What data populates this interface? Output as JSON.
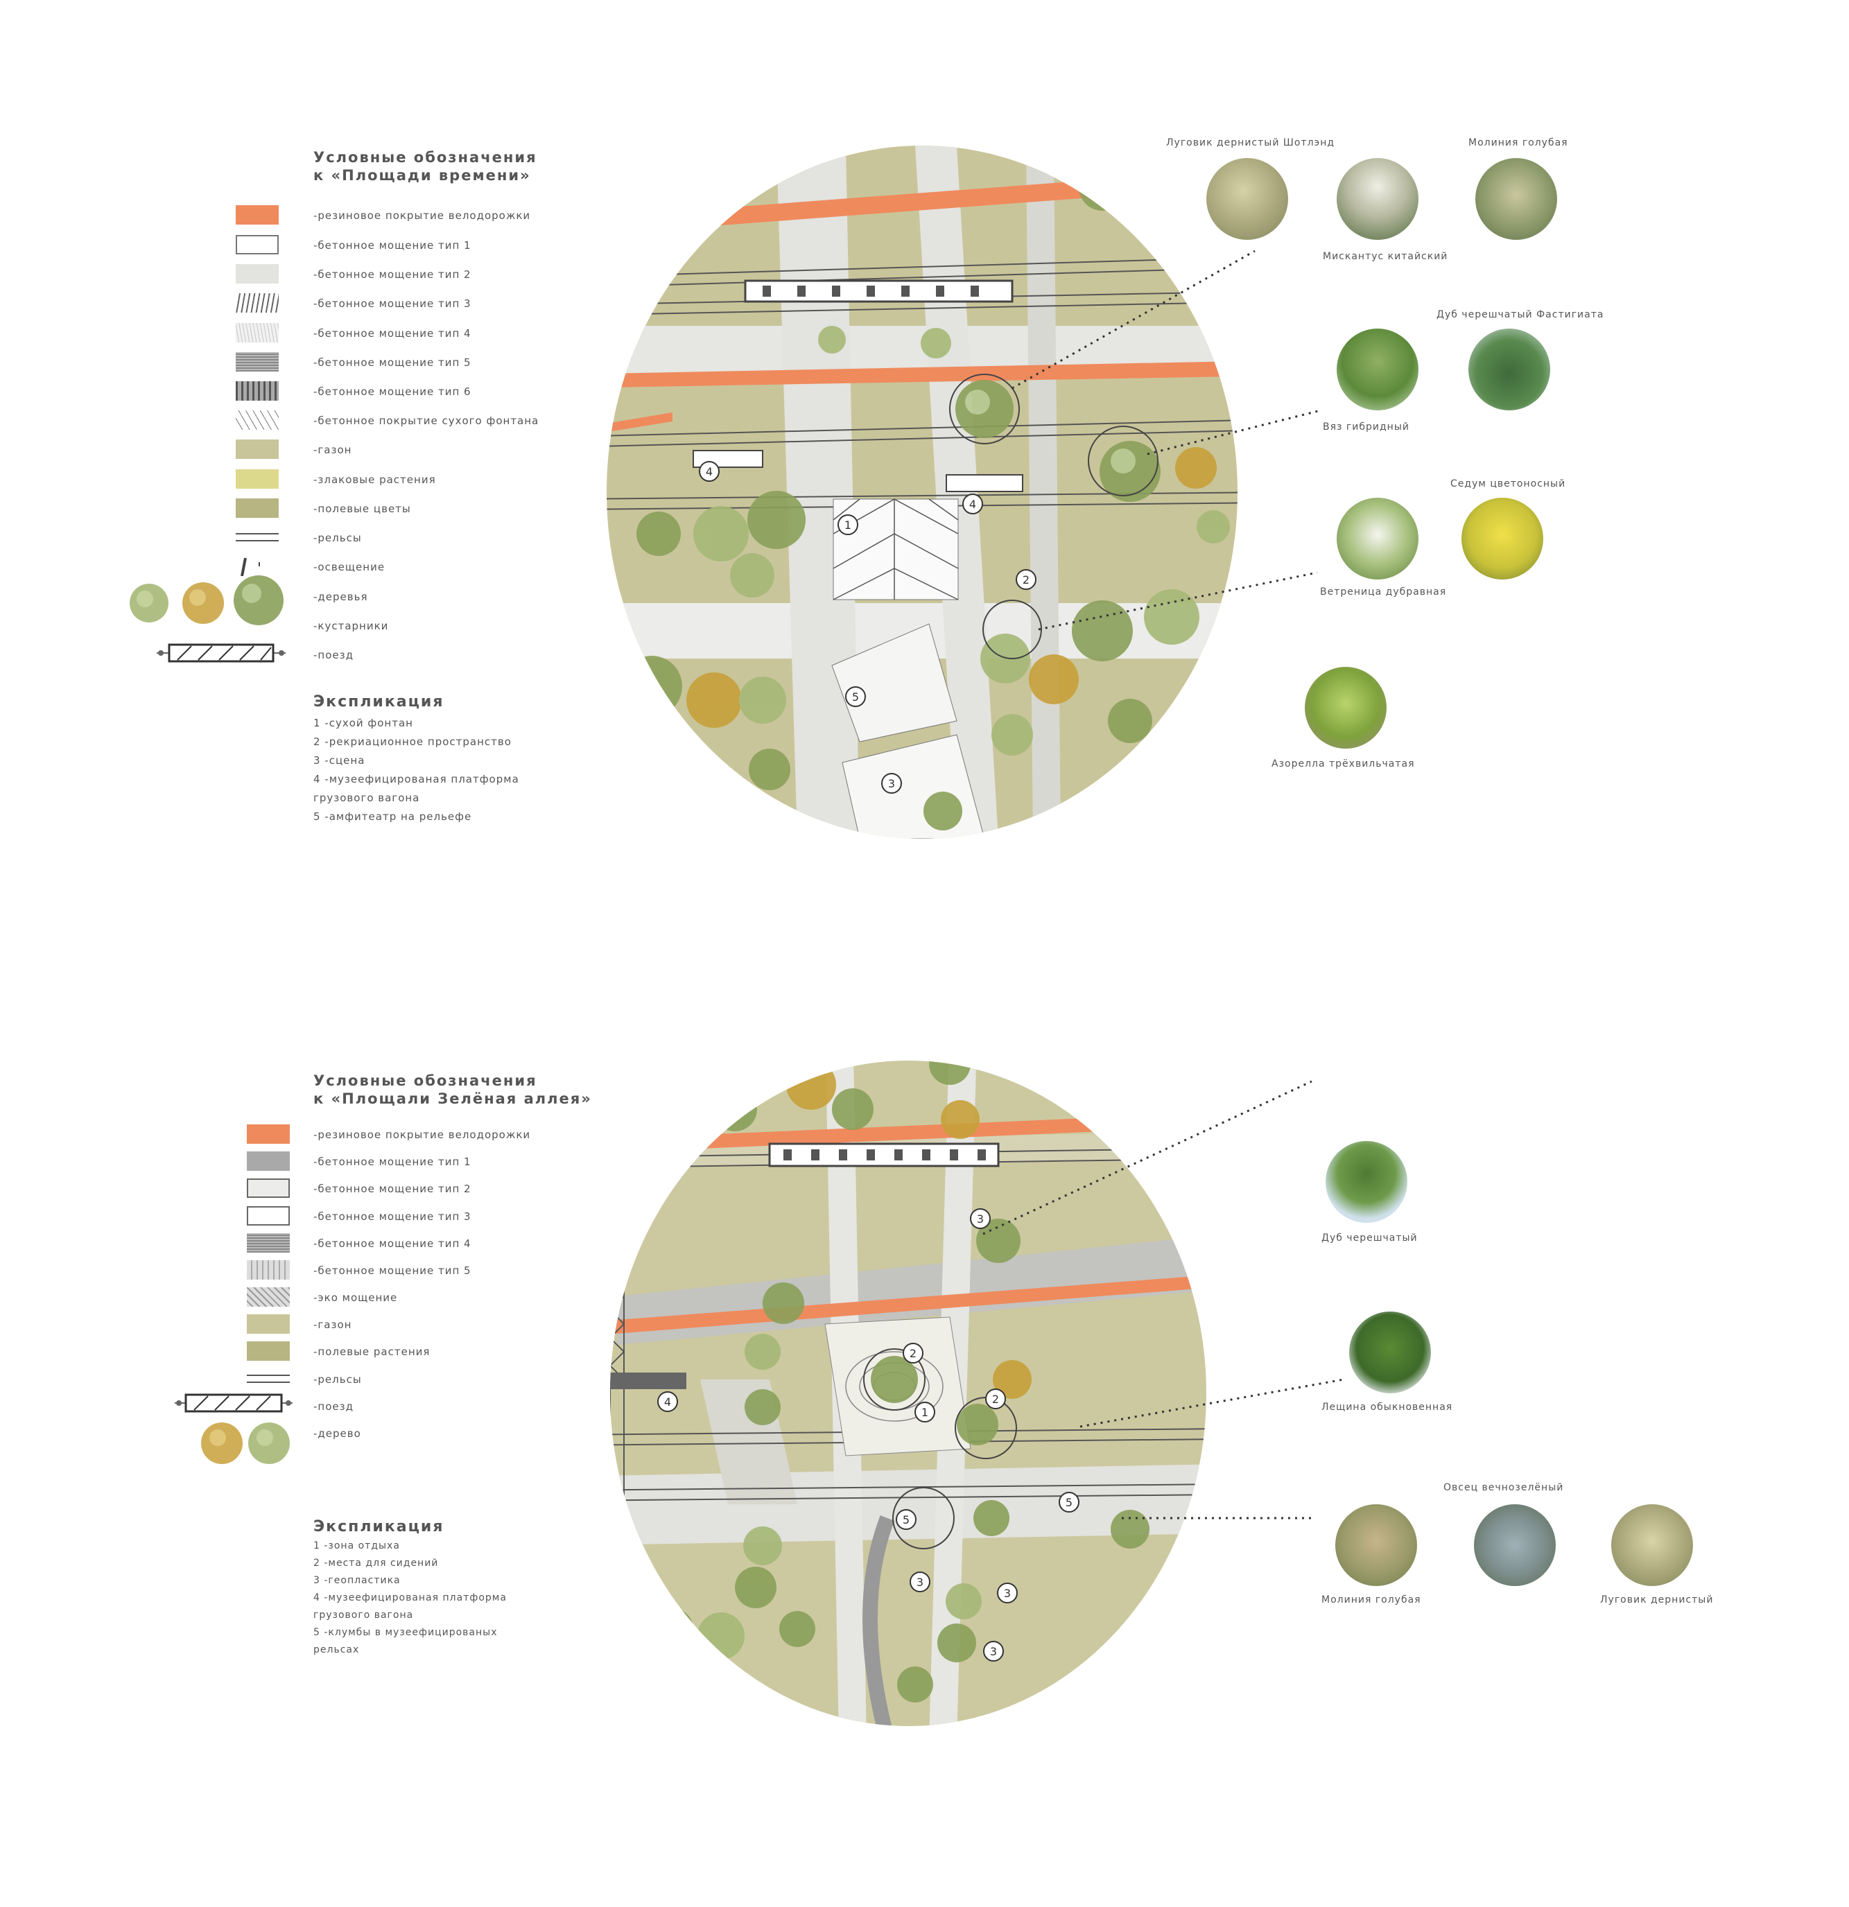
{
  "top": {
    "legend_title_line1": "Условные обозначения",
    "legend_title_line2": "к «Площади времени»",
    "legend": [
      "-резиновое покрытие велодорожки",
      "-бетонное мощение тип 1",
      "-бетонное мощение тип 2",
      "-бетонное мощение тип 3",
      "-бетонное мощение тип 4",
      "-бетонное мощение тип 5",
      "-бетонное мощение тип 6",
      "-бетонное покрытие сухого фонтана",
      "-газон",
      "-злаковые растения",
      "-полевые цветы",
      "-рельсы",
      "-освещение",
      "-деревья",
      "-кустарники",
      "-поезд"
    ],
    "expl_title": "Экспликация",
    "expl": [
      "1 -сухой фонтан",
      "2 -рекриационное пространство",
      "3 -сцена",
      "4 -музеефицированая платформа",
      "грузового вагона",
      "5 -амфитеатр на рельефе"
    ],
    "plants": [
      "Луговик дернистый Шотлэнд",
      "Молиния голубая",
      "Мискантус китайский",
      "Дуб черешчатый Фастигиата",
      "Вяз гибридный",
      "Седум цветоносный",
      "Ветреница дубравная",
      "Азорелла трёхвильчатая"
    ],
    "markers": [
      "1",
      "2",
      "3",
      "4",
      "4",
      "5"
    ]
  },
  "bottom": {
    "legend_title_line1": "Условные обозначения",
    "legend_title_line2": "к «Площали Зелёная аллея»",
    "legend": [
      "-резиновое покрытие велодорожки",
      "-бетонное мощение тип 1",
      "-бетонное мощение тип 2",
      "-бетонное мощение тип 3",
      "-бетонное мощение тип 4",
      "-бетонное мощение тип 5",
      "-эко мощение",
      "-газон",
      "-полевые растения",
      "-рельсы",
      "-поезд",
      "-дерево"
    ],
    "expl_title": "Экспликация",
    "expl": [
      "1 -зона отдыха",
      "2 -места для сидений",
      "3 -геопластика",
      "4 -музеефицированая платформа",
      "грузового вагона",
      "5 -клумбы в музеефицированых",
      "рельсах"
    ],
    "plants": [
      "Дуб черешчатый",
      "Лещина обыкновенная",
      "Овсец вечнозелёный",
      "Молиния голубая",
      "Луговик дернистый"
    ],
    "markers": [
      "1",
      "2",
      "2",
      "3",
      "3",
      "3",
      "3",
      "4",
      "5",
      "5"
    ]
  },
  "colors": {
    "bike_path": "#ef8a5d",
    "lawn": "#c9c59a",
    "paving_light": "#e6e6e2",
    "paving_grey": "#a9a9a9",
    "grass_yellow": "#dcd98c",
    "tree_green": "#8aa05a",
    "tree_yellow": "#c7a03a"
  },
  "icons": [
    "tree-icon",
    "shrub-icon",
    "train-icon",
    "lamp-icon",
    "rail-icon"
  ]
}
